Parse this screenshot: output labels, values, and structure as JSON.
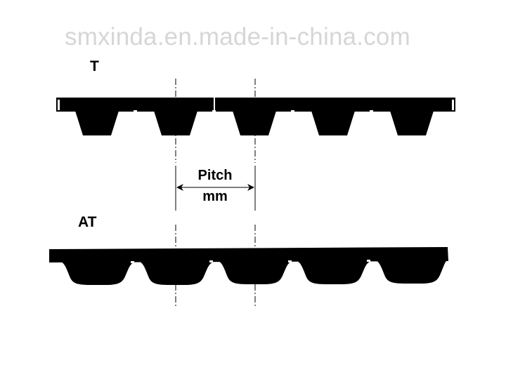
{
  "watermark": "smxinda.en.made-in-china.com",
  "profiles": [
    {
      "label": "T",
      "tooth_shape": "trapezoid",
      "teeth": 5
    },
    {
      "label": "AT",
      "tooth_shape": "rounded-trapezoid",
      "teeth": 5
    }
  ],
  "pitch": {
    "title": "Pitch",
    "unit": "mm"
  },
  "colors": {
    "belt": "#000000",
    "watermark": "#d6d6d6",
    "background": "#ffffff"
  }
}
